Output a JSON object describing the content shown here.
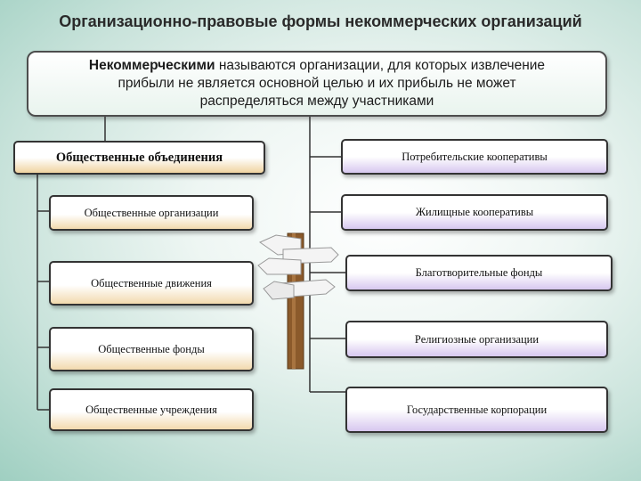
{
  "title": "Организационно-правовые  формы некоммерческих организаций",
  "definition": {
    "bold": "Некоммерческими",
    "rest_line1": " называются организации, для которых извлечение",
    "line2": "прибыли не является основной целью и их прибыль не может",
    "line3": "распределяться между участниками"
  },
  "left": {
    "header": "Общественные объединения",
    "items": [
      "Общественные организации",
      "Общественные движения",
      "Общественные фонды",
      "Общественные учреждения"
    ]
  },
  "right": {
    "items": [
      "Потребительские кооперативы",
      "Жилищные кооперативы",
      "Благотворительные фонды",
      "Религиозные организации",
      "Государственные корпорации"
    ]
  },
  "colors": {
    "left_box_gradient": "#f2d9ad",
    "right_box_gradient": "#d7c7ef",
    "connector": "#333333",
    "signpost_wood": "#8b5a2b"
  }
}
